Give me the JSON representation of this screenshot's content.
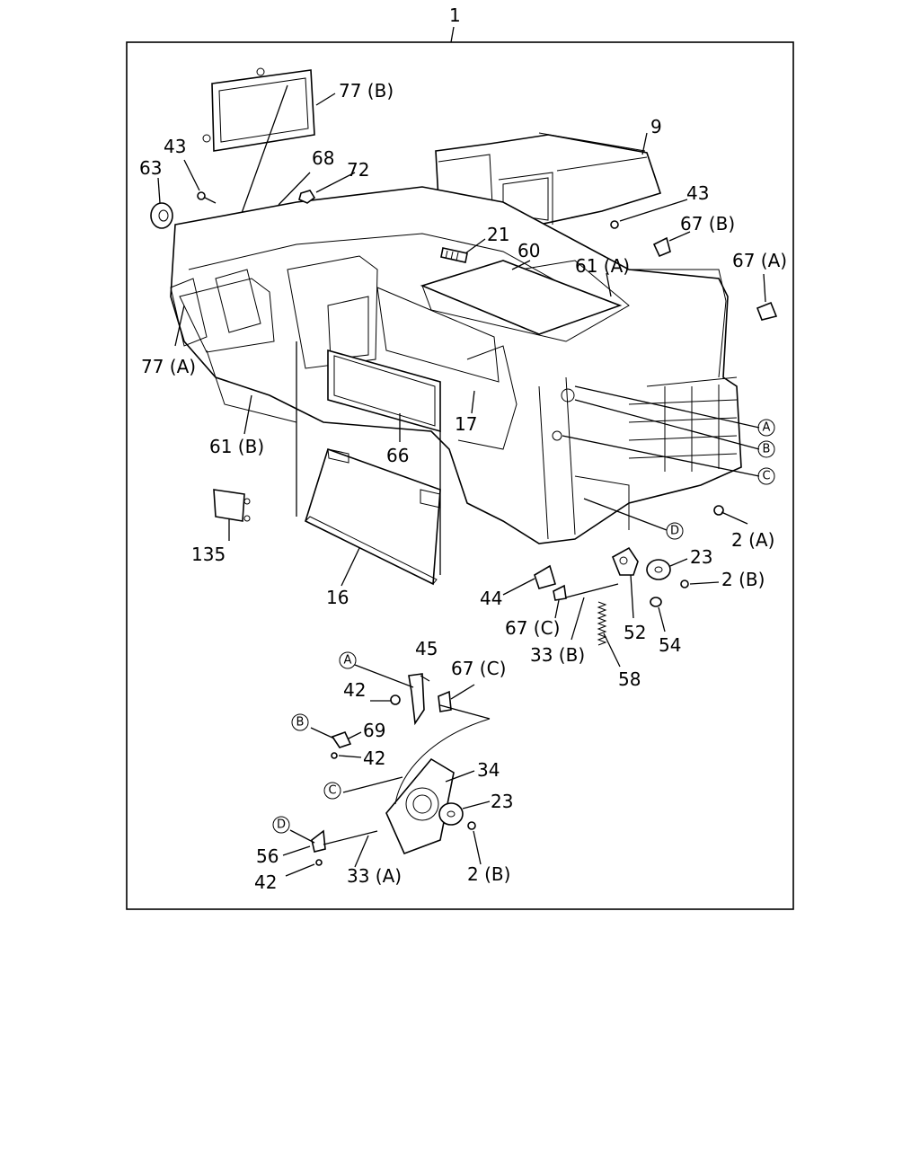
{
  "assembly_number": "1",
  "labels": {
    "p77b": "77 (B)",
    "p9": "9",
    "p43_top": "43",
    "p63": "63",
    "p68": "68",
    "p72": "72",
    "p43_right": "43",
    "p67b": "67 (B)",
    "p21": "21",
    "p60": "60",
    "p61a": "61 (A)",
    "p67a": "67 (A)",
    "p77a": "77 (A)",
    "p17": "17",
    "p61b": "61 (B)",
    "p66": "66",
    "p2a": "2 (A)",
    "p135": "135",
    "p23_top": "23",
    "p2b_top": "2 (B)",
    "p16": "16",
    "p44": "44",
    "p67c_top": "67 (C)",
    "p52": "52",
    "p54": "54",
    "p33b": "33 (B)",
    "p58": "58",
    "p45": "45",
    "p67c_bot": "67 (C)",
    "p42_a": "42",
    "p69": "69",
    "p42_b": "42",
    "p34": "34",
    "p23_bot": "23",
    "p56": "56",
    "p42_c": "42",
    "p33a": "33 (A)",
    "p2b_bot": "2 (B)"
  },
  "circle_refs": {
    "A1": "A",
    "B1": "B",
    "C1": "C",
    "D1": "D",
    "A2": "A",
    "B2": "B",
    "C2": "C",
    "D2": "D"
  }
}
